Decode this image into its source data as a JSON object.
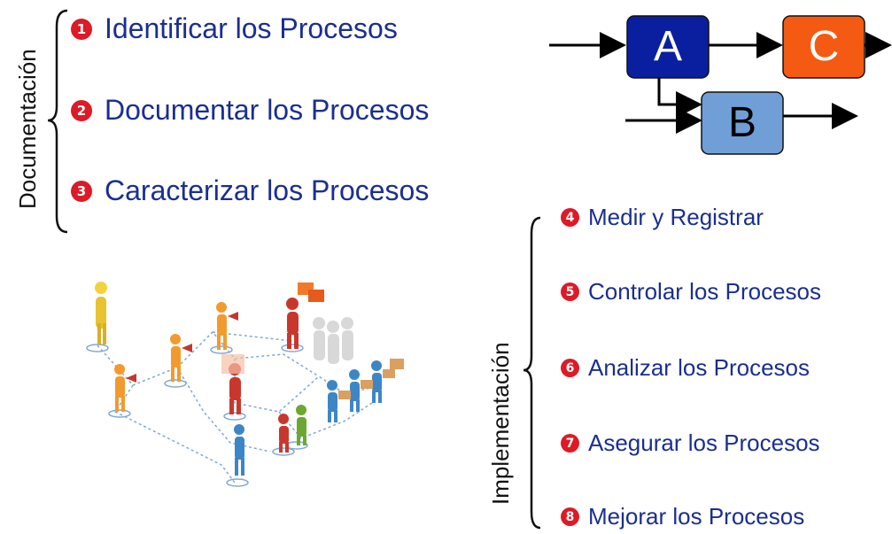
{
  "documentacion": {
    "label": "Documentación",
    "steps": [
      {
        "n": "1",
        "text": "Identificar los Procesos"
      },
      {
        "n": "2",
        "text": "Documentar los Procesos"
      },
      {
        "n": "3",
        "text": "Caracterizar los Procesos"
      }
    ]
  },
  "implementacion": {
    "label": "Implementación",
    "steps": [
      {
        "n": "4",
        "text": "Medir y Registrar"
      },
      {
        "n": "5",
        "text": "Controlar los Procesos"
      },
      {
        "n": "6",
        "text": "Analizar los Procesos"
      },
      {
        "n": "7",
        "text": "Asegurar los Procesos"
      },
      {
        "n": "8",
        "text": "Mejorar los Procesos"
      }
    ]
  },
  "flow_diagram": {
    "nodes": [
      {
        "id": "A",
        "label": "A",
        "color": "#0a1fa0"
      },
      {
        "id": "B",
        "label": "B",
        "color": "#6f9fd6"
      },
      {
        "id": "C",
        "label": "C",
        "color": "#f55a12"
      }
    ]
  },
  "colors": {
    "number_badge": "#dd1a26",
    "step_text": "#1a2f8f"
  },
  "illustration": {
    "icon": "process-network-people-illustration"
  }
}
